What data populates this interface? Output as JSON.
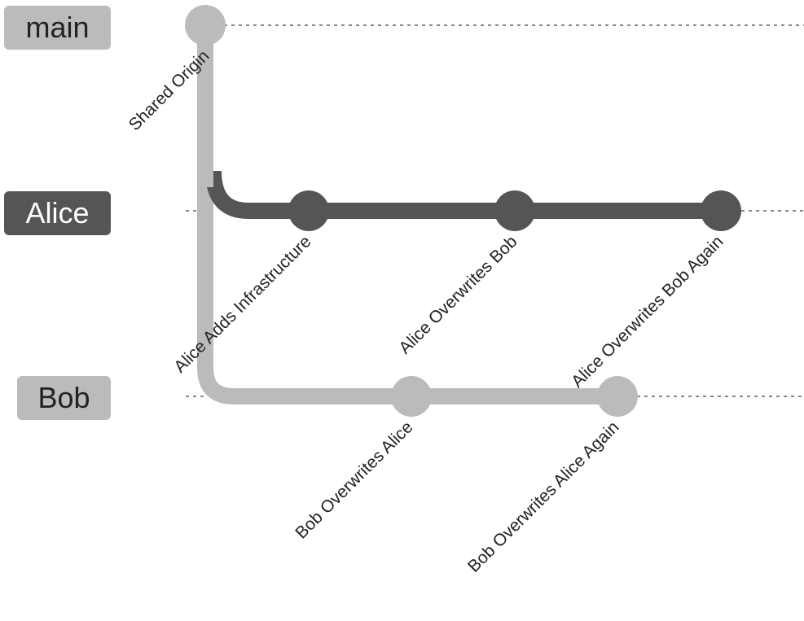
{
  "branches": [
    {
      "name": "main",
      "color": "#bbbbbb",
      "text_color": "#222222"
    },
    {
      "name": "Alice",
      "color": "#555555",
      "text_color": "#ffffff"
    },
    {
      "name": "Bob",
      "color": "#bbbbbb",
      "text_color": "#222222"
    }
  ],
  "commits": [
    {
      "message": "Shared Origin",
      "branch": "main",
      "order": 0
    },
    {
      "message": "Alice Adds Infrastructure",
      "branch": "Alice",
      "order": 1
    },
    {
      "message": "Bob Overwrites Alice",
      "branch": "Bob",
      "order": 2
    },
    {
      "message": "Alice Overwrites Bob",
      "branch": "Alice",
      "order": 3
    },
    {
      "message": "Bob Overwrites Alice Again",
      "branch": "Bob",
      "order": 4
    },
    {
      "message": "Alice Overwrites Bob Again",
      "branch": "Alice",
      "order": 5
    }
  ]
}
